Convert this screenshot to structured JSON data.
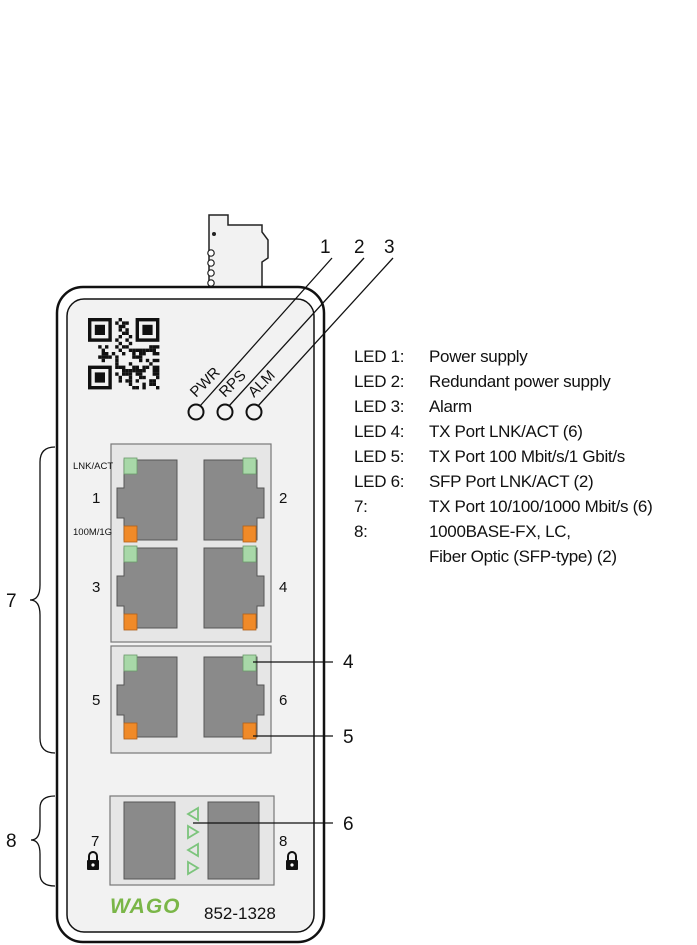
{
  "device": {
    "model": "852-1328",
    "brand_logo": "WAGO",
    "led_labels": [
      "PWR",
      "RPS",
      "ALM"
    ],
    "port_led_labels": [
      "LNK/ACT",
      "100M/1G"
    ],
    "port_numbers": [
      "1",
      "2",
      "3",
      "4",
      "5",
      "6",
      "7",
      "8"
    ]
  },
  "callouts": [
    "1",
    "2",
    "3",
    "4",
    "5",
    "6",
    "7",
    "8"
  ],
  "legend": [
    {
      "key": "LED 1:",
      "value": "Power supply"
    },
    {
      "key": "LED 2:",
      "value": "Redundant power supply"
    },
    {
      "key": "LED 3:",
      "value": "Alarm"
    },
    {
      "key": "LED 4:",
      "value": "TX Port LNK/ACT (6)"
    },
    {
      "key": "LED 5:",
      "value": "TX Port 100 Mbit/s/1 Gbit/s"
    },
    {
      "key": "LED 6:",
      "value": "SFP Port LNK/ACT (2)"
    },
    {
      "key": "7:",
      "value": "TX Port 10/100/1000 Mbit/s (6)"
    },
    {
      "key": "8:",
      "value": "1000BASE-FX, LC,"
    },
    {
      "key": "",
      "value": "Fiber Optic (SFP-type) (2)"
    }
  ],
  "colors": {
    "link_led": "#a8d8a8",
    "speed_led": "#f08a28",
    "sfp_arrow": "#7cc47c",
    "logo": "#7ab648",
    "port_body": "#8a8a8a",
    "port_frame": "#e6e6e6",
    "housing": "#f2f2f2"
  }
}
